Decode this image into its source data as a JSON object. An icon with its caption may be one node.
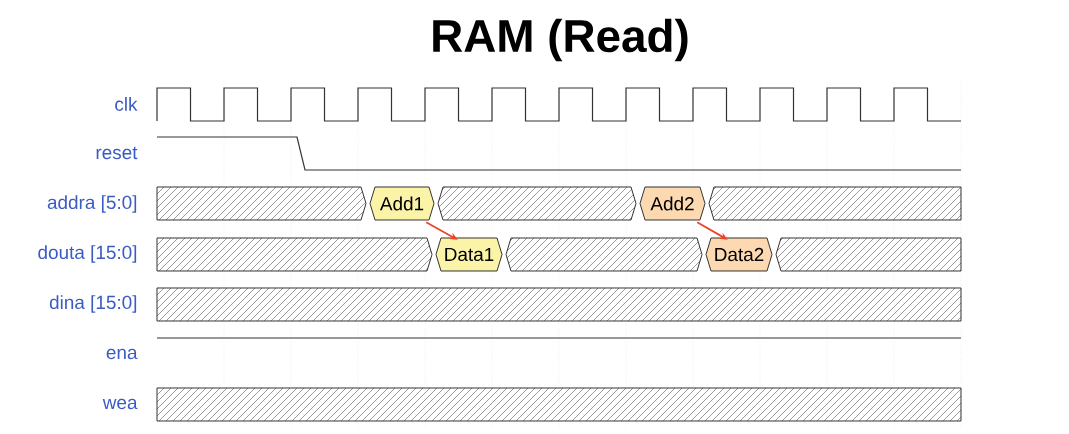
{
  "diagram": {
    "title": "RAM (Read)",
    "nodes": [
      {
        "text": [
          "Add1"
        ]
      },
      {
        "text": [
          "Data1"
        ]
      },
      {
        "text": [
          "Add2"
        ]
      },
      {
        "text": [
          "Data2"
        ]
      }
    ],
    "edges": [
      {
        "from": 0,
        "to": 1,
        "arrow": "to"
      },
      {
        "from": 2,
        "to": 3,
        "arrow": "to"
      }
    ],
    "labels": [
      "clk",
      "reset",
      "addra [5:0]",
      "douta [15:0]",
      "dina [15:0]",
      "ena",
      "wea"
    ]
  }
}
